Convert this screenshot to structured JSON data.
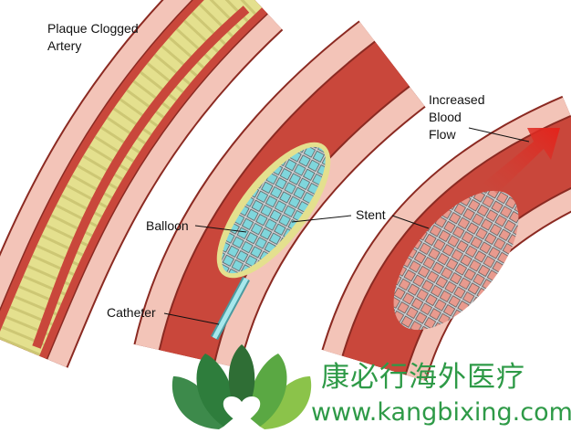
{
  "labels": {
    "plaque": [
      "Plaque Clogged",
      "Artery"
    ],
    "increased": [
      "Increased",
      "Blood",
      "Flow"
    ],
    "balloon": "Balloon",
    "stent": "Stent",
    "catheter": "Catheter"
  },
  "brand": {
    "name_cn": "康必行海外医疗",
    "url": "www.kangbixing.com",
    "color": "#2e9a47"
  },
  "colors": {
    "wall": "#f3c4b8",
    "lumen": "#c9473b",
    "plaque": "#e4e08e",
    "balloon": "#7fd6dc",
    "arrow": "#e4231b"
  }
}
